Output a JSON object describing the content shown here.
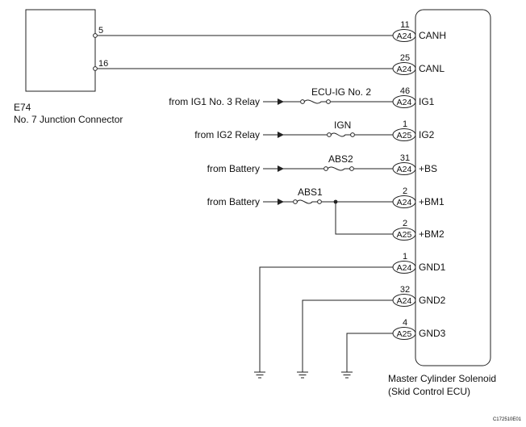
{
  "left_box": {
    "id_label": "E74",
    "name_label": "No. 7 Junction Connector",
    "pins": [
      "5",
      "16"
    ]
  },
  "ecu": {
    "name_line1": "Master Cylinder Solenoid",
    "name_line2": "(Skid Control ECU)"
  },
  "rows": [
    {
      "key": "canh",
      "pin": "11",
      "conn": "A24",
      "terminal": "CANH",
      "source": "",
      "fuse": ""
    },
    {
      "key": "canl",
      "pin": "25",
      "conn": "A24",
      "terminal": "CANL",
      "source": "",
      "fuse": ""
    },
    {
      "key": "ig1",
      "pin": "46",
      "conn": "A24",
      "terminal": "IG1",
      "source": "from IG1 No. 3 Relay",
      "fuse": "ECU-IG No. 2"
    },
    {
      "key": "ig2",
      "pin": "1",
      "conn": "A25",
      "terminal": "IG2",
      "source": "from IG2 Relay",
      "fuse": "IGN"
    },
    {
      "key": "bs",
      "pin": "31",
      "conn": "A24",
      "terminal": "+BS",
      "source": "from Battery",
      "fuse": "ABS2"
    },
    {
      "key": "bm1",
      "pin": "2",
      "conn": "A24",
      "terminal": "+BM1",
      "source": "from Battery",
      "fuse": "ABS1"
    },
    {
      "key": "bm2",
      "pin": "2",
      "conn": "A25",
      "terminal": "+BM2",
      "source": "",
      "fuse": ""
    },
    {
      "key": "gnd1",
      "pin": "1",
      "conn": "A24",
      "terminal": "GND1",
      "source": "",
      "fuse": ""
    },
    {
      "key": "gnd2",
      "pin": "32",
      "conn": "A24",
      "terminal": "GND2",
      "source": "",
      "fuse": ""
    },
    {
      "key": "gnd3",
      "pin": "4",
      "conn": "A25",
      "terminal": "GND3",
      "source": "",
      "fuse": ""
    }
  ],
  "figure_code": "C172510E01"
}
